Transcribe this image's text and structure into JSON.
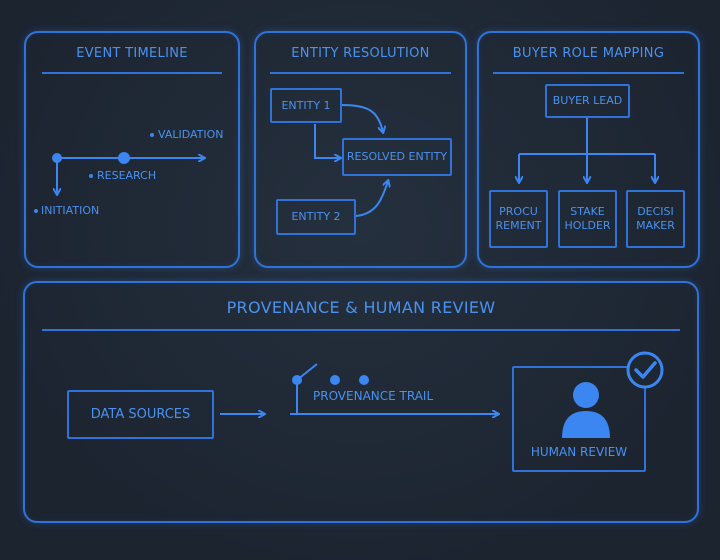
{
  "event_timeline": {
    "title": "EVENT TIMELINE",
    "events": [
      "VALIDATION",
      "RESEARCH",
      "INITIATION"
    ]
  },
  "entity_resolution": {
    "title": "ENTITY RESOLUTION",
    "entity_1": "ENTITY 1",
    "entity_2": "ENTITY 2",
    "resolved": "RESOLVED ENTITY"
  },
  "buyer_role_mapping": {
    "title": "BUYER ROLE MAPPING",
    "lead": "BUYER LEAD",
    "roles": [
      {
        "line1": "PROCU",
        "line2": "REMENT"
      },
      {
        "line1": "STAKE",
        "line2": "HOLDER"
      },
      {
        "line1": "DECISI",
        "line2": "MAKER"
      }
    ]
  },
  "provenance": {
    "title": "PROVENANCE & HUMAN REVIEW",
    "data_sources": "DATA SOURCES",
    "trail": "PROVENANCE TRAIL",
    "review": "HUMAN REVIEW"
  },
  "colors": {
    "accent": "#2f73d9",
    "text": "#4a92f0",
    "background": "#1f2733"
  }
}
